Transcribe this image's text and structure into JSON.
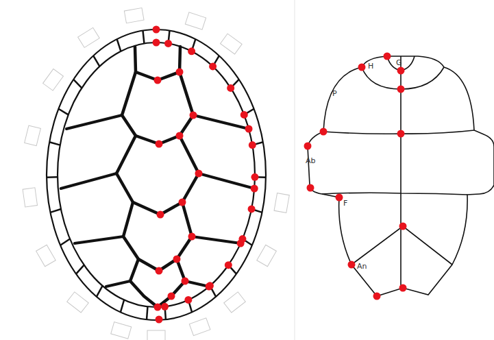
{
  "diagram": {
    "labels": [
      "H",
      "G",
      "P",
      "Ab",
      "F",
      "An"
    ]
  }
}
